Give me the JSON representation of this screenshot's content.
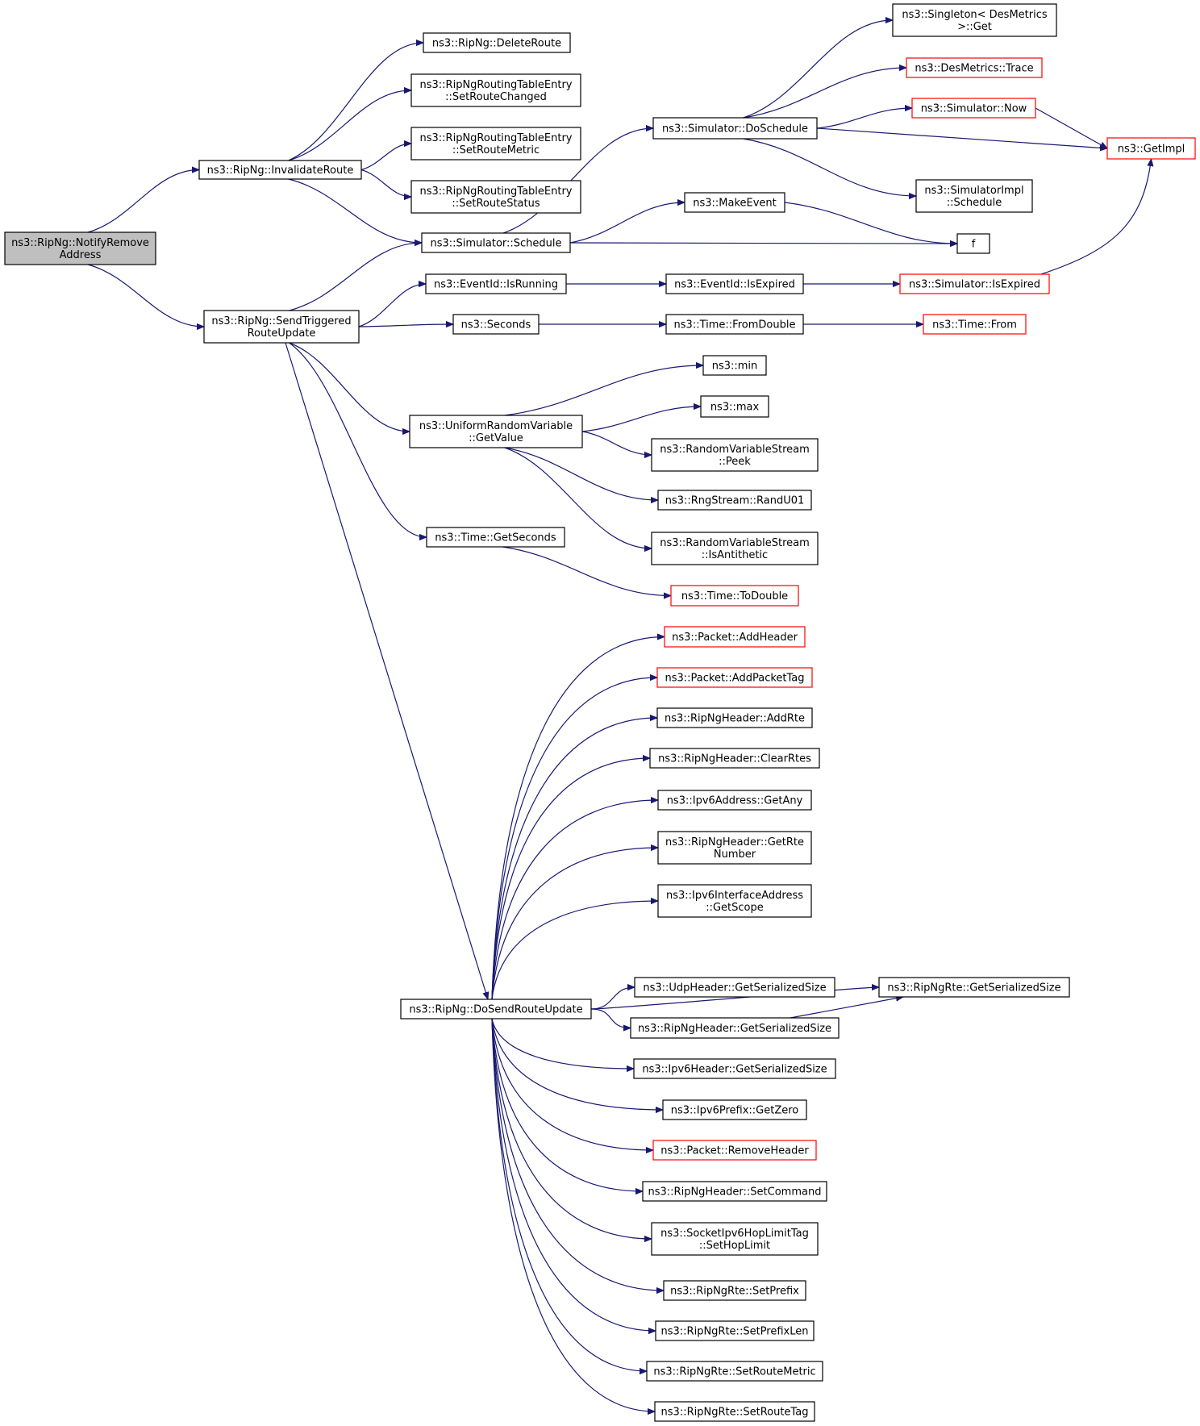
{
  "colors": {
    "edge": "#191970",
    "root_fill": "#bfbfbf",
    "node_border": "#000000",
    "truncated_border": "#ff0000",
    "background": "#ffffff"
  },
  "nodes": [
    {
      "id": "notify",
      "lines": [
        "ns3::RipNg::NotifyRemove",
        "Address"
      ],
      "style": "root"
    },
    {
      "id": "invalidate",
      "lines": [
        "ns3::RipNg::InvalidateRoute"
      ],
      "style": "normal"
    },
    {
      "id": "sendtrig",
      "lines": [
        "ns3::RipNg::SendTriggered",
        "RouteUpdate"
      ],
      "style": "normal"
    },
    {
      "id": "deleteroute",
      "lines": [
        "ns3::RipNg::DeleteRoute"
      ],
      "style": "normal"
    },
    {
      "id": "setroutechanged",
      "lines": [
        "ns3::RipNgRoutingTableEntry",
        "::SetRouteChanged"
      ],
      "style": "normal"
    },
    {
      "id": "setroutemetric_e",
      "lines": [
        "ns3::RipNgRoutingTableEntry",
        "::SetRouteMetric"
      ],
      "style": "normal"
    },
    {
      "id": "setroutestatus",
      "lines": [
        "ns3::RipNgRoutingTableEntry",
        "::SetRouteStatus"
      ],
      "style": "normal"
    },
    {
      "id": "schedule",
      "lines": [
        "ns3::Simulator::Schedule"
      ],
      "style": "normal"
    },
    {
      "id": "isrunning",
      "lines": [
        "ns3::EventId::IsRunning"
      ],
      "style": "normal"
    },
    {
      "id": "seconds",
      "lines": [
        "ns3::Seconds"
      ],
      "style": "normal"
    },
    {
      "id": "urvgetvalue",
      "lines": [
        "ns3::UniformRandomVariable",
        "::GetValue"
      ],
      "style": "normal"
    },
    {
      "id": "getseconds",
      "lines": [
        "ns3::Time::GetSeconds"
      ],
      "style": "normal"
    },
    {
      "id": "dosendrouteupdate",
      "lines": [
        "ns3::RipNg::DoSendRouteUpdate"
      ],
      "style": "normal"
    },
    {
      "id": "doschedule",
      "lines": [
        "ns3::Simulator::DoSchedule"
      ],
      "style": "normal"
    },
    {
      "id": "makeevent",
      "lines": [
        "ns3::MakeEvent"
      ],
      "style": "normal"
    },
    {
      "id": "f",
      "lines": [
        "f"
      ],
      "style": "normal"
    },
    {
      "id": "singleton",
      "lines": [
        "ns3::Singleton< DesMetrics",
        ">::Get"
      ],
      "style": "normal"
    },
    {
      "id": "desmetricstrace",
      "lines": [
        "ns3::DesMetrics::Trace"
      ],
      "style": "truncated"
    },
    {
      "id": "simnow",
      "lines": [
        "ns3::Simulator::Now"
      ],
      "style": "truncated"
    },
    {
      "id": "getimpl",
      "lines": [
        "ns3::GetImpl"
      ],
      "style": "truncated"
    },
    {
      "id": "simimplschedule",
      "lines": [
        "ns3::SimulatorImpl",
        "::Schedule"
      ],
      "style": "normal"
    },
    {
      "id": "eventidisexpired",
      "lines": [
        "ns3::EventId::IsExpired"
      ],
      "style": "normal"
    },
    {
      "id": "simisexpired",
      "lines": [
        "ns3::Simulator::IsExpired"
      ],
      "style": "truncated"
    },
    {
      "id": "fromdouble",
      "lines": [
        "ns3::Time::FromDouble"
      ],
      "style": "normal"
    },
    {
      "id": "timefrom",
      "lines": [
        "ns3::Time::From"
      ],
      "style": "truncated"
    },
    {
      "id": "min",
      "lines": [
        "ns3::min"
      ],
      "style": "normal"
    },
    {
      "id": "max",
      "lines": [
        "ns3::max"
      ],
      "style": "normal"
    },
    {
      "id": "peek",
      "lines": [
        "ns3::RandomVariableStream",
        "::Peek"
      ],
      "style": "normal"
    },
    {
      "id": "randu01",
      "lines": [
        "ns3::RngStream::RandU01"
      ],
      "style": "normal"
    },
    {
      "id": "isantithetic",
      "lines": [
        "ns3::RandomVariableStream",
        "::IsAntithetic"
      ],
      "style": "normal"
    },
    {
      "id": "todouble",
      "lines": [
        "ns3::Time::ToDouble"
      ],
      "style": "truncated"
    },
    {
      "id": "addheader",
      "lines": [
        "ns3::Packet::AddHeader"
      ],
      "style": "truncated"
    },
    {
      "id": "addpackettag",
      "lines": [
        "ns3::Packet::AddPacketTag"
      ],
      "style": "truncated"
    },
    {
      "id": "addrte",
      "lines": [
        "ns3::RipNgHeader::AddRte"
      ],
      "style": "normal"
    },
    {
      "id": "clearrtes",
      "lines": [
        "ns3::RipNgHeader::ClearRtes"
      ],
      "style": "normal"
    },
    {
      "id": "getany",
      "lines": [
        "ns3::Ipv6Address::GetAny"
      ],
      "style": "normal"
    },
    {
      "id": "getrtenumber",
      "lines": [
        "ns3::RipNgHeader::GetRte",
        "Number"
      ],
      "style": "normal"
    },
    {
      "id": "getscope",
      "lines": [
        "ns3::Ipv6InterfaceAddress",
        "::GetScope"
      ],
      "style": "normal"
    },
    {
      "id": "udpgetser",
      "lines": [
        "ns3::UdpHeader::GetSerializedSize"
      ],
      "style": "normal"
    },
    {
      "id": "rtegetser",
      "lines": [
        "ns3::RipNgRte::GetSerializedSize"
      ],
      "style": "normal"
    },
    {
      "id": "hdrgetser",
      "lines": [
        "ns3::RipNgHeader::GetSerializedSize"
      ],
      "style": "normal"
    },
    {
      "id": "ipv6getser",
      "lines": [
        "ns3::Ipv6Header::GetSerializedSize"
      ],
      "style": "normal"
    },
    {
      "id": "getzero",
      "lines": [
        "ns3::Ipv6Prefix::GetZero"
      ],
      "style": "normal"
    },
    {
      "id": "removeheader",
      "lines": [
        "ns3::Packet::RemoveHeader"
      ],
      "style": "truncated"
    },
    {
      "id": "setcommand",
      "lines": [
        "ns3::RipNgHeader::SetCommand"
      ],
      "style": "normal"
    },
    {
      "id": "sethoplimit",
      "lines": [
        "ns3::SocketIpv6HopLimitTag",
        "::SetHopLimit"
      ],
      "style": "normal"
    },
    {
      "id": "setprefix",
      "lines": [
        "ns3::RipNgRte::SetPrefix"
      ],
      "style": "normal"
    },
    {
      "id": "setprefixlen",
      "lines": [
        "ns3::RipNgRte::SetPrefixLen"
      ],
      "style": "normal"
    },
    {
      "id": "setroutemetric_r",
      "lines": [
        "ns3::RipNgRte::SetRouteMetric"
      ],
      "style": "normal"
    },
    {
      "id": "setroutetag",
      "lines": [
        "ns3::RipNgRte::SetRouteTag"
      ],
      "style": "normal"
    }
  ],
  "edges": [
    [
      "notify",
      "invalidate"
    ],
    [
      "notify",
      "sendtrig"
    ],
    [
      "invalidate",
      "deleteroute"
    ],
    [
      "invalidate",
      "setroutechanged"
    ],
    [
      "invalidate",
      "setroutemetric_e"
    ],
    [
      "invalidate",
      "setroutestatus"
    ],
    [
      "invalidate",
      "schedule"
    ],
    [
      "sendtrig",
      "schedule"
    ],
    [
      "sendtrig",
      "isrunning"
    ],
    [
      "sendtrig",
      "seconds"
    ],
    [
      "sendtrig",
      "urvgetvalue"
    ],
    [
      "sendtrig",
      "getseconds"
    ],
    [
      "sendtrig",
      "dosendrouteupdate"
    ],
    [
      "schedule",
      "doschedule"
    ],
    [
      "schedule",
      "makeevent"
    ],
    [
      "schedule",
      "f"
    ],
    [
      "doschedule",
      "singleton"
    ],
    [
      "doschedule",
      "desmetricstrace"
    ],
    [
      "doschedule",
      "simnow"
    ],
    [
      "doschedule",
      "getimpl"
    ],
    [
      "doschedule",
      "simimplschedule"
    ],
    [
      "simnow",
      "getimpl"
    ],
    [
      "makeevent",
      "f"
    ],
    [
      "isrunning",
      "eventidisexpired"
    ],
    [
      "eventidisexpired",
      "simisexpired"
    ],
    [
      "simisexpired",
      "getimpl"
    ],
    [
      "seconds",
      "fromdouble"
    ],
    [
      "fromdouble",
      "timefrom"
    ],
    [
      "urvgetvalue",
      "min"
    ],
    [
      "urvgetvalue",
      "max"
    ],
    [
      "urvgetvalue",
      "peek"
    ],
    [
      "urvgetvalue",
      "randu01"
    ],
    [
      "urvgetvalue",
      "isantithetic"
    ],
    [
      "getseconds",
      "todouble"
    ],
    [
      "dosendrouteupdate",
      "addheader"
    ],
    [
      "dosendrouteupdate",
      "addpackettag"
    ],
    [
      "dosendrouteupdate",
      "addrte"
    ],
    [
      "dosendrouteupdate",
      "clearrtes"
    ],
    [
      "dosendrouteupdate",
      "getany"
    ],
    [
      "dosendrouteupdate",
      "getrtenumber"
    ],
    [
      "dosendrouteupdate",
      "getscope"
    ],
    [
      "dosendrouteupdate",
      "rtegetser"
    ],
    [
      "dosendrouteupdate",
      "udpgetser"
    ],
    [
      "dosendrouteupdate",
      "hdrgetser"
    ],
    [
      "dosendrouteupdate",
      "ipv6getser"
    ],
    [
      "dosendrouteupdate",
      "getzero"
    ],
    [
      "dosendrouteupdate",
      "removeheader"
    ],
    [
      "dosendrouteupdate",
      "setcommand"
    ],
    [
      "dosendrouteupdate",
      "sethoplimit"
    ],
    [
      "dosendrouteupdate",
      "setprefix"
    ],
    [
      "dosendrouteupdate",
      "setprefixlen"
    ],
    [
      "dosendrouteupdate",
      "setroutemetric_r"
    ],
    [
      "dosendrouteupdate",
      "setroutetag"
    ],
    [
      "hdrgetser",
      "rtegetser"
    ]
  ]
}
